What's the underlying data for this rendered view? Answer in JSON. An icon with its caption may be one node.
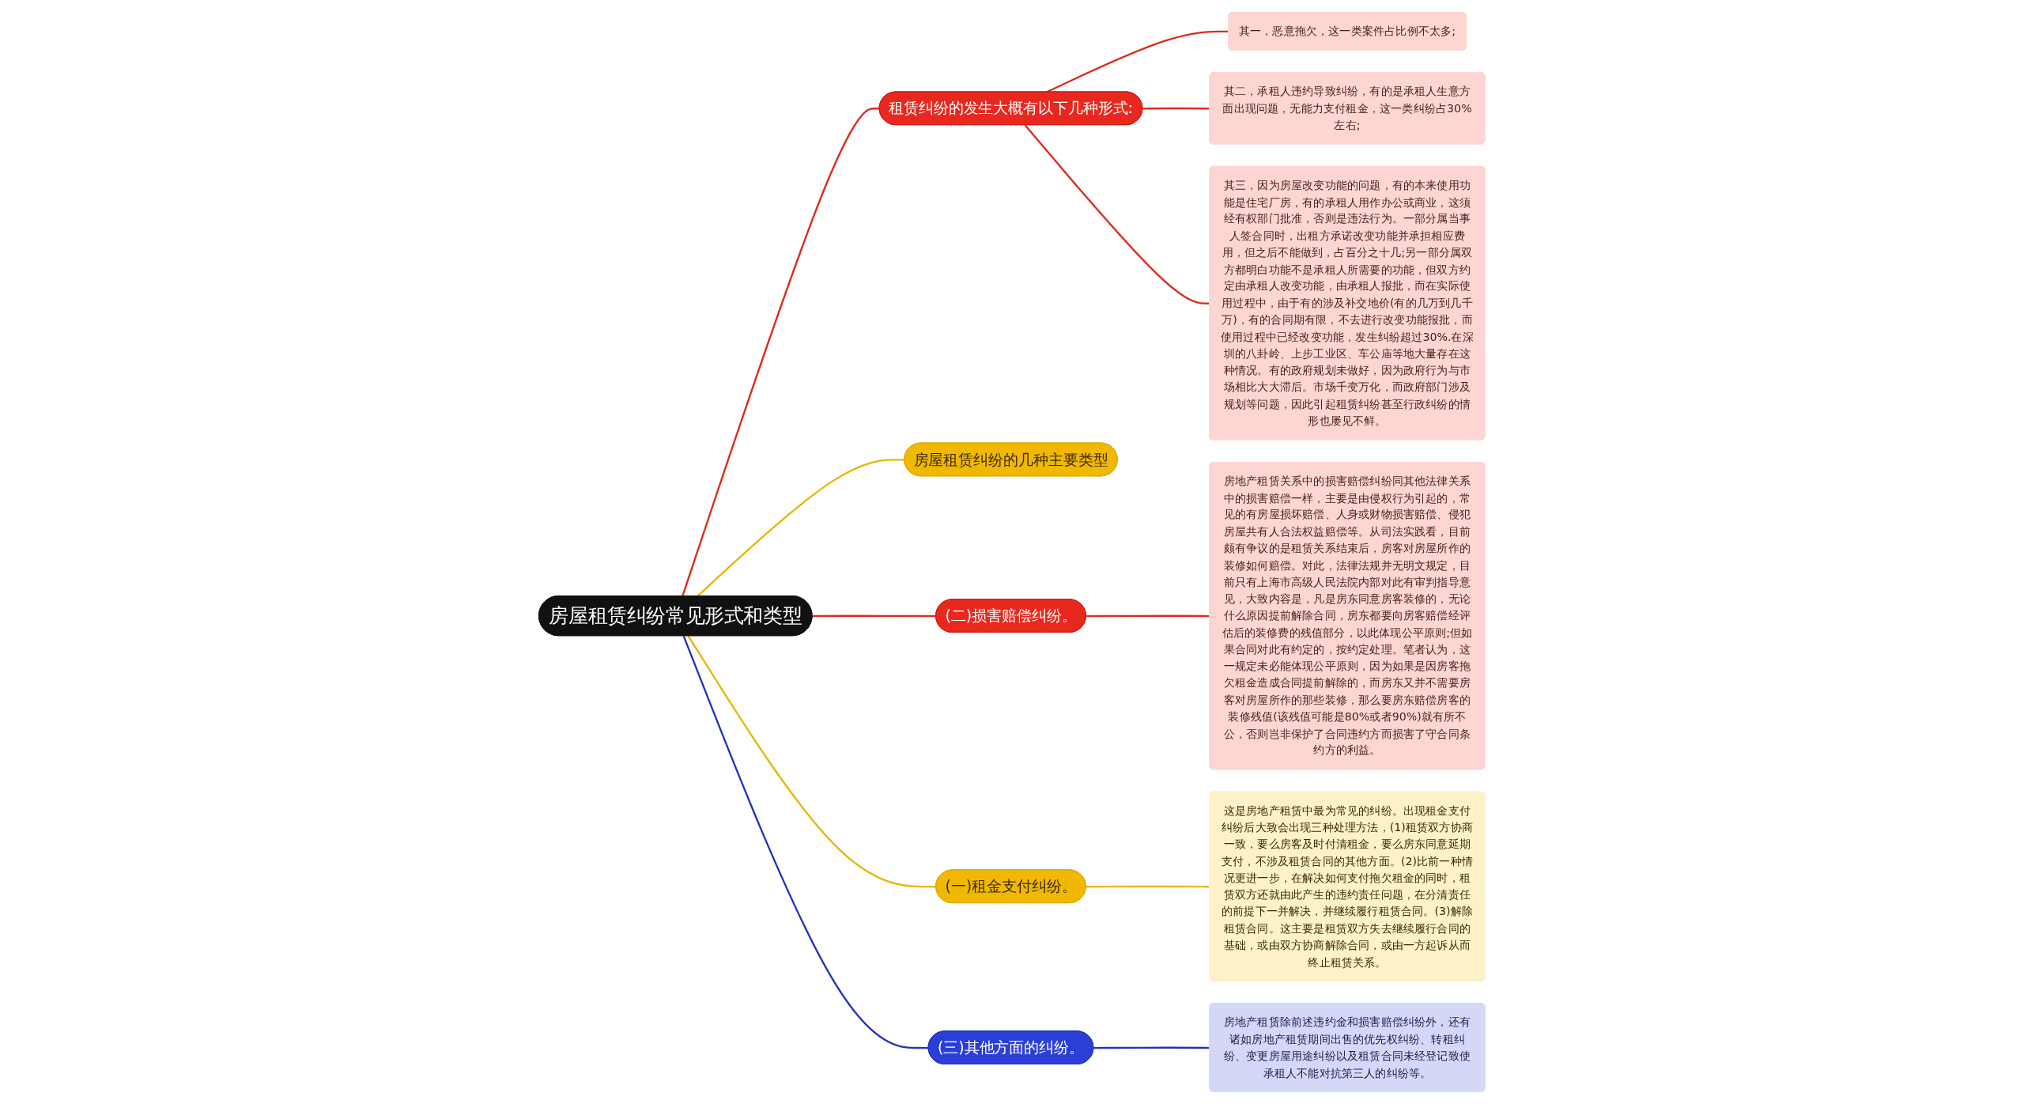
{
  "diagram": {
    "nodes": [
      {
        "text": [
          "房屋租赁纠纷常见形式和类型"
        ]
      },
      {
        "text": [
          "租赁纠纷的发生大概有以下几种形式:"
        ]
      },
      {
        "text": [
          "其一，恶意拖欠，这一类案件占比例不太多;"
        ]
      },
      {
        "text": [
          "其二，承租人违约导致纠纷，有的是承租人生意方面出现问题，无能力支付租金，这一类纠纷占30%左右;"
        ]
      },
      {
        "text": [
          "其三，因为房屋改变功能的问题，有的本来使用功能是住宅厂房，有的承租人用作办公或商业，这须经有权部门批准，否则是违法行为。一部分属当事人签合同时，出租方承诺改变功能并承担相应费用，但之后不能做到，占百分之十几;另一部分属双方都明白功能不是承租人所需要的功能，但双方约定由承租人改变功能，由承租人报批，而在实际使用过程中，由于有的涉及补交地价(有的几万到几千万)，有的合同期有限，不去进行改变功能报批，而使用过程中已经改变功能，发生纠纷超过30%.在深圳的八卦岭、上步工业区、车公庙等地大量存在这种情况。有的政府规划未做好，因为政府行为与市场相比大大滞后。市场千变万化，而政府部门涉及规划等问题，因此引起租赁纠纷甚至行政纠纷的情形也屡见不鲜。"
        ]
      },
      {
        "text": [
          "房屋租赁纠纷的几种主要类型"
        ]
      },
      {
        "text": [
          "(二)损害赔偿纠纷。"
        ]
      },
      {
        "text": [
          "房地产租赁关系中的损害赔偿纠纷同其他法律关系中的损害赔偿一样，主要是由侵权行为引起的，常见的有房屋损坏赔偿、人身或财物损害赔偿、侵犯房屋共有人合法权益赔偿等。从司法实践看，目前颇有争议的是租赁关系结束后，房客对房屋所作的装修如何赔偿。对此，法律法规并无明文规定，目前只有上海市高级人民法院内部对此有审判指导意见，大致内容是，凡是房东同意房客装修的，无论什么原因提前解除合同，房东都要向房客赔偿经评估后的装修费的残值部分，以此体现公平原则;但如果合同对此有约定的，按约定处理。笔者认为，这一规定未必能体现公平原则，因为如果是因房客拖欠租金造成合同提前解除的，而房东又并不需要房客对房屋所作的那些装修，那么要房东赔偿房客的装修残值(该残值可能是80%或者90%)就有所不公，否则岂非保护了合同违约方而损害了守合同条约方的利益。"
        ]
      },
      {
        "text": [
          "(一)租金支付纠纷。"
        ]
      },
      {
        "text": [
          "这是房地产租赁中最为常见的纠纷。出现租金支付纠纷后大致会出现三种处理方法，(1)租赁双方协商一致，要么房客及时付清租金，要么房东同意延期支付，不涉及租赁合同的其他方面。(2)比前一种情况更进一步，在解决如何支付拖欠租金的同时，租赁双方还就由此产生的违约责任问题，在分清责任的前提下一并解决，并继续履行租赁合同。(3)解除租赁合同。这主要是租赁双方失去继续履行合同的基础，或由双方协商解除合同，或由一方起诉从而终止租赁关系。"
        ]
      },
      {
        "text": [
          "(三)其他方面的纠纷。"
        ]
      },
      {
        "text": [
          "房地产租赁除前述违约金和损害赔偿纠纷外，还有诸如房地产租赁期间出售的优先权纠纷、转租纠纷、变更房屋用途纠纷以及租赁合同未经登记致使承租人不能对抗第三人的纠纷等。"
        ]
      }
    ],
    "edges": [
      {
        "from": 0,
        "to": 1,
        "arrow": "none"
      },
      {
        "from": 1,
        "to": 2,
        "arrow": "none"
      },
      {
        "from": 1,
        "to": 3,
        "arrow": "none"
      },
      {
        "from": 1,
        "to": 4,
        "arrow": "none"
      },
      {
        "from": 0,
        "to": 5,
        "arrow": "none",
        "color": "#e6b800"
      },
      {
        "from": 0,
        "to": 6,
        "arrow": "none"
      },
      {
        "from": 6,
        "to": 7,
        "arrow": "none"
      },
      {
        "from": 0,
        "to": 8,
        "arrow": "none",
        "color": "#e6b800"
      },
      {
        "from": 8,
        "to": 9,
        "arrow": "none",
        "color": "#e6b800"
      },
      {
        "from": 0,
        "to": 10,
        "arrow": "none",
        "color": "#2233bb"
      },
      {
        "from": 10,
        "to": 11,
        "arrow": "none",
        "color": "#2233bb"
      }
    ]
  }
}
